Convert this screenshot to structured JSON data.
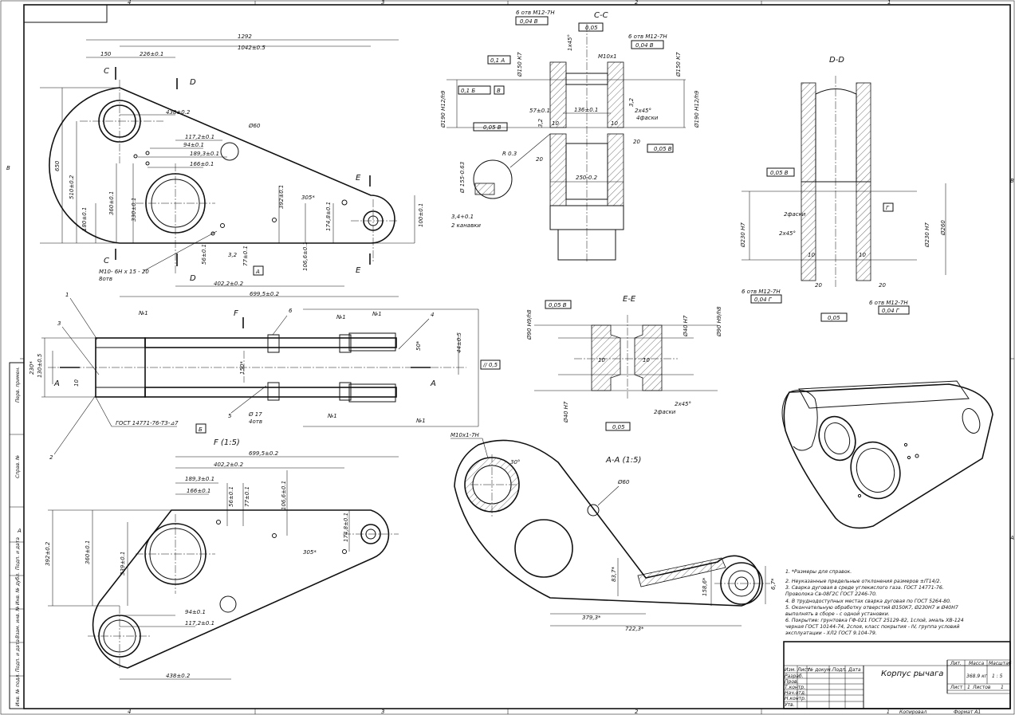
{
  "sheet": {
    "zone_cols": [
      "4",
      "3",
      "2",
      "1"
    ],
    "zone_rows": [
      "B",
      "A"
    ],
    "side_stamps": [
      "Перв. примен.",
      "Справ. №",
      "Подп. и дата",
      "Инв. № дубл.",
      "Взам. инв. №",
      "Подп. и дата",
      "Инв. № подл."
    ]
  },
  "views": {
    "cc": "C-C",
    "dd": "D-D",
    "ee": "E-E",
    "f": "F (1:5)",
    "aa": "A-A (1:5)"
  },
  "view_top": {
    "dims": [
      "1292",
      "1042±0.5",
      "150",
      "226±0.1",
      "438±0.2",
      "117,2±0.1",
      "94±0.1",
      "189,3±0.1",
      "166±0.1",
      "Ø60",
      "305*",
      "392±0.1",
      "174,8±0.1",
      "100±0.1",
      "650",
      "510±0.2",
      "360±0.1",
      "330±0.1",
      "180±0.1",
      "56±0.1",
      "3,2",
      "77±0.1",
      "106,6±0.1",
      "402,2±0.2",
      "699,5±0.2"
    ],
    "cut_labels": [
      "C",
      "C",
      "D",
      "D",
      "E",
      "E",
      "A"
    ],
    "thread_note": "M10- 6H x 15 - 20",
    "thread_count": "8отв"
  },
  "view_side": {
    "dims": [
      "230*",
      "130±0.5",
      "10",
      "150*",
      "50*",
      "44±0.5",
      "Ø 17",
      "4отв"
    ],
    "leaders": [
      "1",
      "2",
      "3",
      "4",
      "5",
      "6"
    ],
    "weld_marks": [
      "№1",
      "№1",
      "№1",
      "№1",
      "№1"
    ],
    "tolerance": "// 0,5",
    "arrow_labels": [
      "F",
      "A",
      "A"
    ],
    "datum": "Б",
    "weld_symbol": "ГОСТ 14771-76-Т3-⊿7"
  },
  "view_cc": {
    "dims": [
      "6 отв М12-7Н",
      "0,04 В",
      "0,05",
      "6 отв М12-7Н",
      "0,04 В",
      "1x45°",
      "М10x1",
      "Ø150 К7",
      "Ø150 К7",
      "0,1 А",
      "0,1 Б",
      "В",
      "Ø190 Н12/h9",
      "Ø190 Н12/h9",
      "57±0.1",
      "136±0.1",
      "2x45°",
      "4фаски",
      "3,2",
      "10",
      "10",
      "3,2",
      "0,05 В",
      "20",
      "0,05 В",
      "20",
      "250-0.2",
      "R 0.3",
      "Ø 155-0.63",
      "3,4+0.1",
      "2 канавки"
    ]
  },
  "view_dd": {
    "dims": [
      "0,05 В",
      "2фаски",
      "2x45°",
      "Ø230 Н7",
      "Ø230 Н7",
      "Ø260",
      "Г",
      "10",
      "10",
      "20",
      "20",
      "6 отв М12-7Н",
      "0,04 Г",
      "6 отв М12-7Н",
      "0,04 Г",
      "0,05"
    ]
  },
  "view_ee": {
    "dims": [
      "0,05 В",
      "Ø90 Н9/h8",
      "Ø40 Н7",
      "Ø90 Н9/h8",
      "10",
      "10",
      "Ø40 Н7",
      "2x45°",
      "2фаски",
      "0,05"
    ]
  },
  "view_f": {
    "dims": [
      "699,5±0.2",
      "402,2±0.2",
      "189,3±0.1",
      "166±0.1",
      "56±0.1",
      "77±0.1",
      "106,6±0.1",
      "174,8±0.1",
      "305*",
      "392±0.2",
      "360±0.1",
      "339±0.1",
      "94±0.1",
      "117,2±0.1",
      "438±0.2"
    ]
  },
  "view_aa": {
    "dims": [
      "М10x1-7Н",
      "30°",
      "Ø60",
      "83,7*",
      "158,6*",
      "6,7*",
      "379,3*",
      "722,3*"
    ]
  },
  "notes": [
    "1.  *Размеры для справок.",
    "2.  Неуказанные предельные отклонения размеров ±IT14/2.",
    "3.  Сварка дуговая в среде углекислого газа. ГОСТ 14771-76.",
    "     Проволока Св-08Г2С ГОСТ 2246-70.",
    "4.  В труднодоступных местах сварка дуговая по ГОСТ 5264-80.",
    "5.  Окончательную обработку отверстий Ø150К7, Ø230Н7 и Ø40Н7",
    "     выполнять в сборе - с одной установки.",
    "6.  Покрытие: грунтовка ГФ-021 ГОСТ 25129-82, 1слой, эмаль ХВ-124",
    "     черная ГОСТ 10144-74, 2слоя, класс покрытия - IV, группа условий",
    "     эксплуатации - ХЛ2 ГОСТ 9.104-79."
  ],
  "title_block": {
    "name": "Корпус рычага",
    "mass_label": "Масса",
    "scale_label": "Масштаб",
    "lit_label": "Лит.",
    "mass": "368.9 кг",
    "scale": "1 : 5",
    "sheet_label": "Лист",
    "sheet_no": "1",
    "sheets_label": "Листов",
    "sheets_total": "1",
    "rows": [
      "Изм.",
      "Лист",
      "№ докум.",
      "Подп.",
      "Дата",
      "Разраб.",
      "Пров.",
      "Т.контр.",
      "Нач.отд.",
      "Н.контр.",
      "Утв."
    ],
    "copied": "Копировал",
    "format": "Формат А1",
    "copy_no": "1"
  }
}
